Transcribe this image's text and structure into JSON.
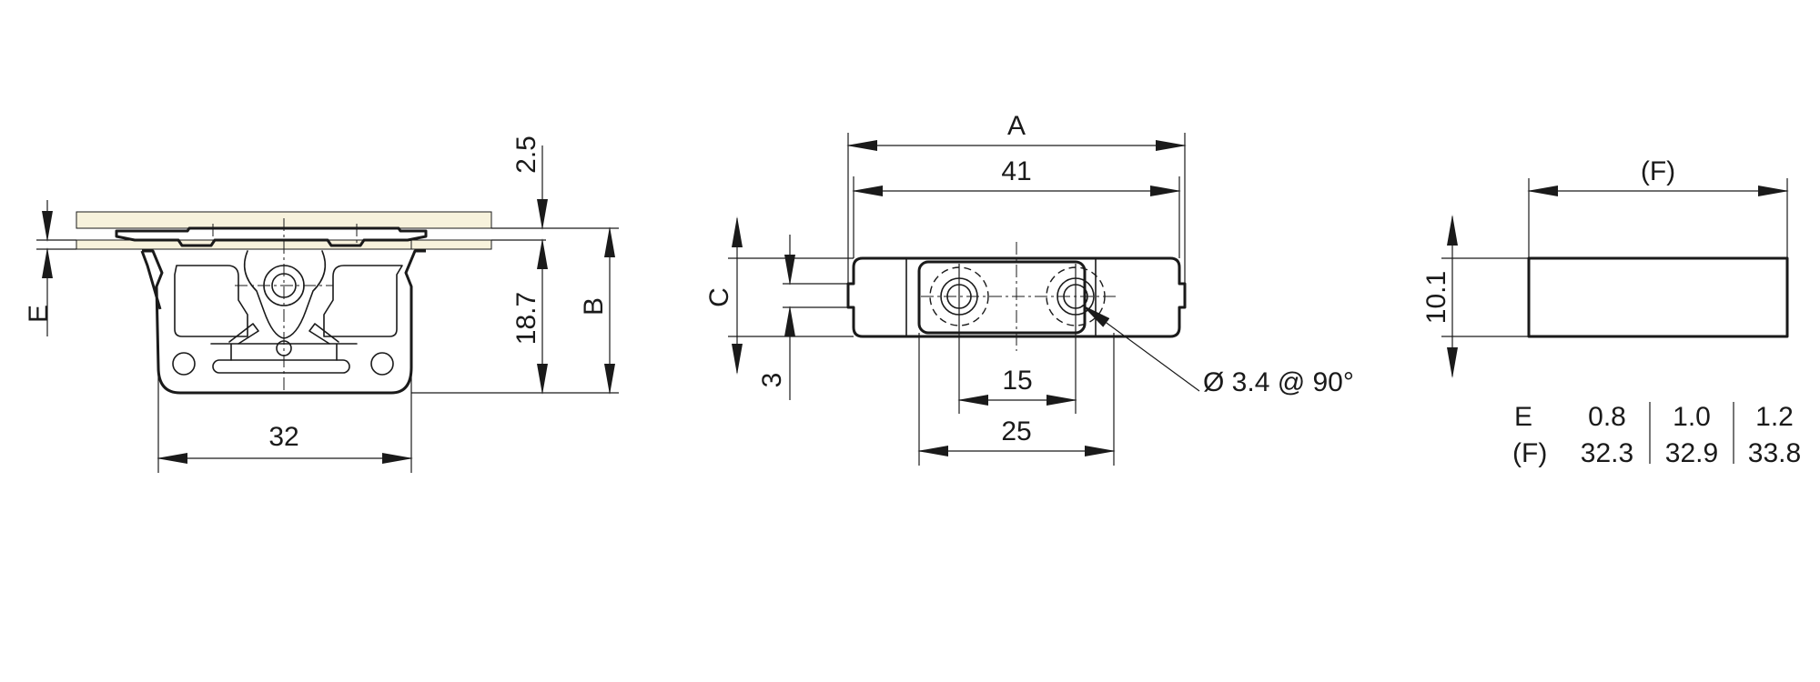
{
  "front_view": {
    "dims": {
      "top_offset": "2.5",
      "e_label": "E",
      "height": "18.7",
      "b_label": "B",
      "width": "32"
    }
  },
  "top_view": {
    "dims": {
      "a_label": "A",
      "length": "41",
      "c_label": "C",
      "edge_gap": "3",
      "hole_pitch": "15",
      "outer_pitch": "25",
      "hole_note": "Ø 3.4 @ 90°"
    }
  },
  "side_view": {
    "dims": {
      "f_label": "(F)",
      "height": "10.1"
    }
  },
  "table": {
    "rows": [
      {
        "label": "E",
        "values": [
          "0.8",
          "1.0",
          "1.2"
        ]
      },
      {
        "label": "(F)",
        "values": [
          "32.3",
          "32.9",
          "33.8"
        ]
      }
    ]
  },
  "colors": {
    "line": "#1a1a1a",
    "board": "#f7f2dc"
  }
}
